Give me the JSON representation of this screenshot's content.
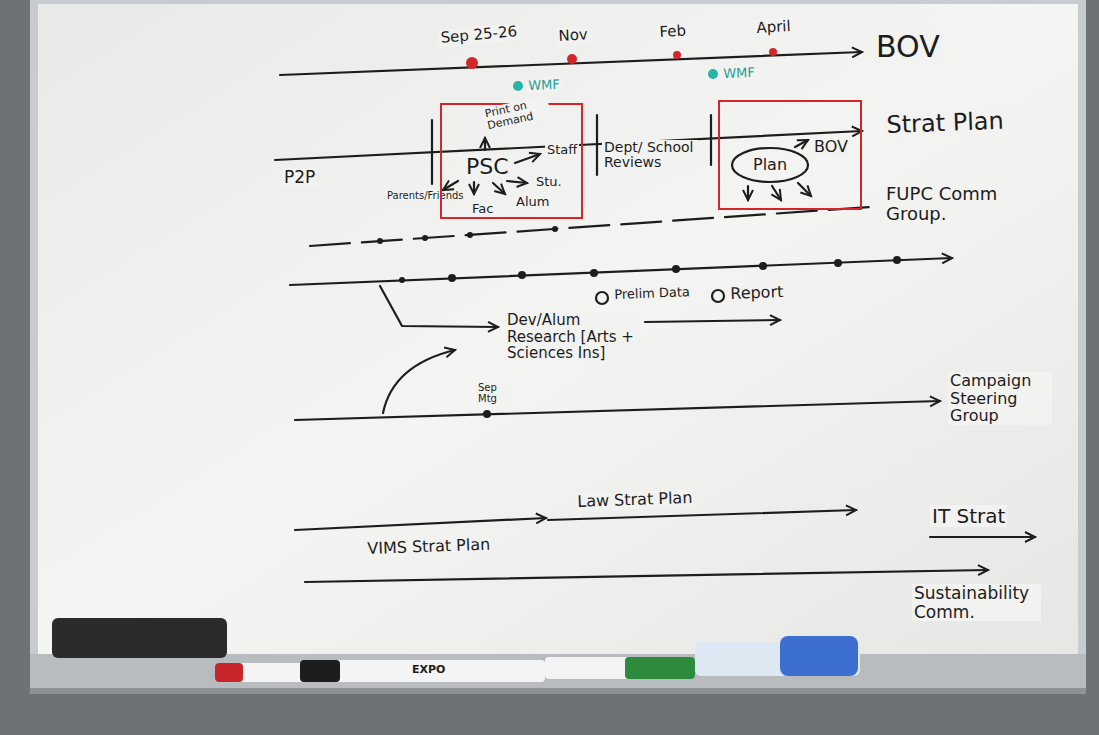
{
  "diagram": {
    "nodes": [
      {
        "text": [
          "Print on Demand",
          "PSC",
          "Staff",
          "Stu.",
          "Alum",
          "Fac"
        ]
      },
      {
        "text": [
          "BOV"
        ]
      },
      {
        "text": [
          "Plan"
        ],
        "in": 1
      }
    ],
    "labels": [
      "Sep 25-26",
      "Nov",
      "Feb",
      "April",
      "BOV",
      "WMF",
      "WMF",
      "Strat Plan",
      "P2P",
      "Parents/Friends",
      "Dept/ School Reviews",
      "FUPC Comm Group.",
      "Prelim Data",
      "Report",
      "Dev/Alum Research [Arts + Sciences Ins]",
      "Campaign Steering Group",
      "Sep Mtg",
      "VIMS Strat Plan",
      "Law Strat Plan",
      "IT Strat",
      "Sustainability Comm.",
      "EXPO"
    ]
  }
}
